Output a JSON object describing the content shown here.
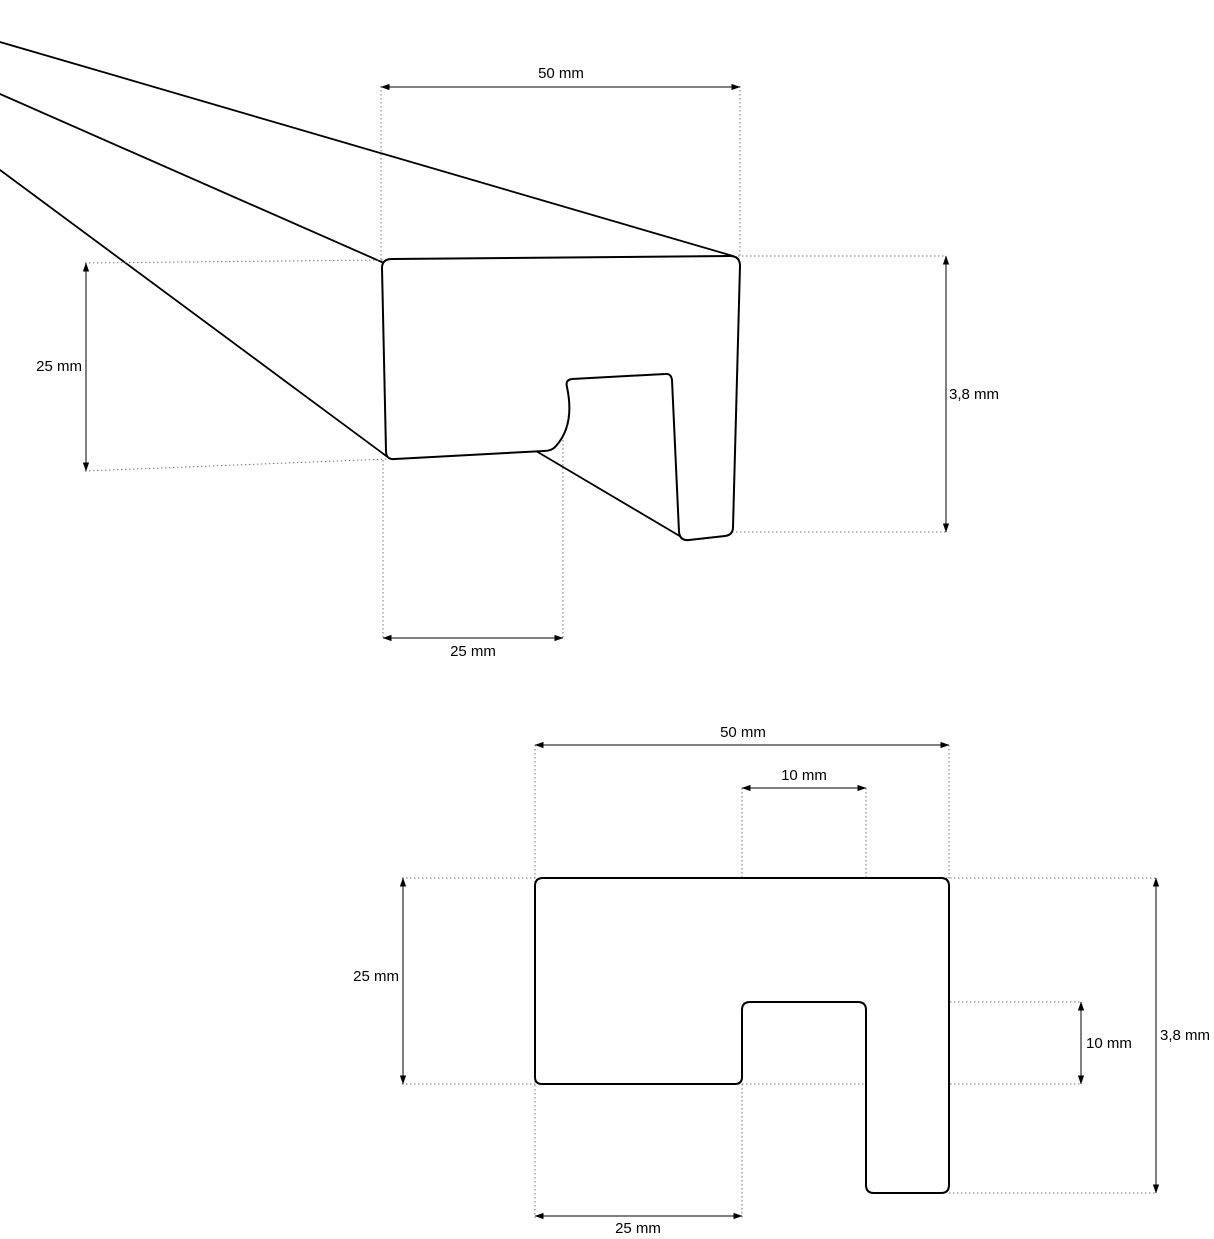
{
  "perspective_view": {
    "width_label": "50 mm",
    "height_label": "3,8 mm",
    "left_height_label": "25 mm",
    "lip_width_label": "25 mm"
  },
  "section_view": {
    "width_label": "50 mm",
    "slot_width_label": "10 mm",
    "left_height_label": "25 mm",
    "slot_depth_label": "10 mm",
    "total_height_label": "3,8 mm",
    "lip_width_label": "25 mm"
  }
}
